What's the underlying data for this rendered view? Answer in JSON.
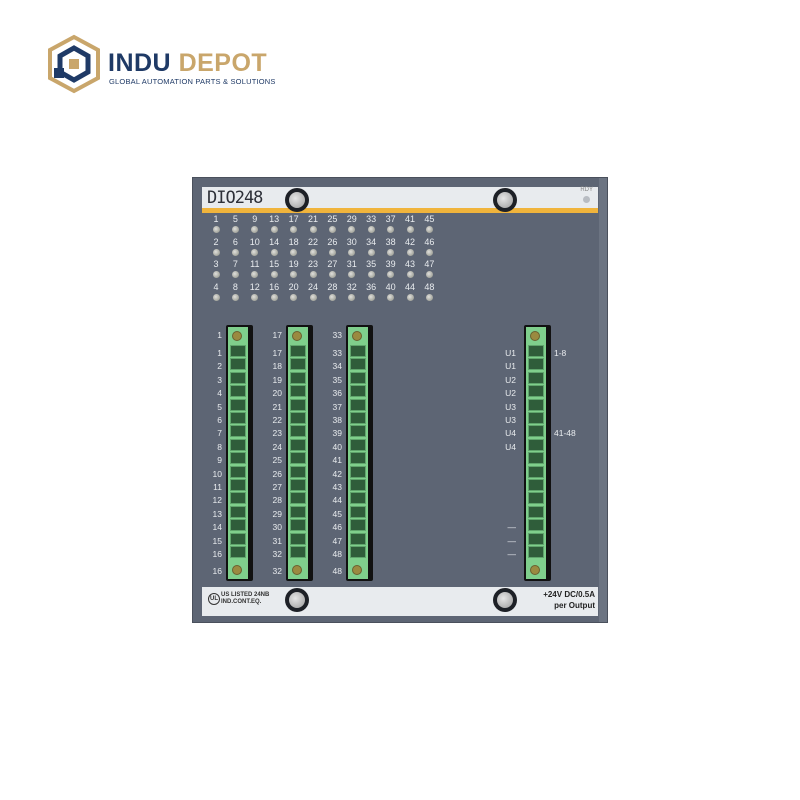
{
  "brand": {
    "name_a": "INDU",
    "name_b": "DEPOT",
    "tagline": "GLOBAL AUTOMATION PARTS & SOLUTIONS",
    "colors": {
      "navy": "#1f3a66",
      "gold": "#c9a66b"
    }
  },
  "module": {
    "title": "DIO248",
    "ready_label": "RDY",
    "led_columns": [
      [
        1,
        2,
        3,
        4
      ],
      [
        5,
        6,
        7,
        8
      ],
      [
        9,
        10,
        11,
        12
      ],
      [
        13,
        14,
        15,
        16
      ],
      [
        17,
        18,
        19,
        20
      ],
      [
        21,
        22,
        23,
        24
      ],
      [
        25,
        26,
        27,
        28
      ],
      [
        29,
        30,
        31,
        32
      ],
      [
        33,
        34,
        35,
        36
      ],
      [
        37,
        38,
        39,
        40
      ],
      [
        41,
        42,
        43,
        44
      ],
      [
        45,
        46,
        47,
        48
      ]
    ],
    "connectors": [
      {
        "top": "1",
        "bottom": "16",
        "labels": [
          "1",
          "2",
          "3",
          "4",
          "5",
          "6",
          "7",
          "8",
          "9",
          "10",
          "11",
          "12",
          "13",
          "14",
          "15",
          "16"
        ]
      },
      {
        "top": "17",
        "bottom": "32",
        "labels": [
          "17",
          "18",
          "19",
          "20",
          "21",
          "22",
          "23",
          "24",
          "25",
          "26",
          "27",
          "28",
          "29",
          "30",
          "31",
          "32"
        ]
      },
      {
        "top": "33",
        "bottom": "48",
        "labels": [
          "33",
          "34",
          "35",
          "36",
          "37",
          "38",
          "39",
          "40",
          "41",
          "42",
          "43",
          "44",
          "45",
          "46",
          "47",
          "48"
        ]
      },
      {
        "top": "",
        "bottom": "",
        "labels": [
          "U1",
          "U1",
          "U2",
          "U2",
          "U3",
          "U3",
          "U4",
          "U4",
          "",
          "",
          "",
          "",
          "",
          "—",
          "—",
          "—"
        ],
        "side": [
          "1-8",
          "41-48"
        ]
      }
    ],
    "cert": {
      "mark": "UL",
      "line1": "US LISTED 24NB",
      "line2": "IND.CONT.EQ."
    },
    "power": {
      "line1": "+24V DC/0.5A",
      "line2": "per Output"
    },
    "colors": {
      "housing": "#5d6574",
      "stripe": "#f0b43c",
      "terminal": "#7fcf8c"
    }
  }
}
